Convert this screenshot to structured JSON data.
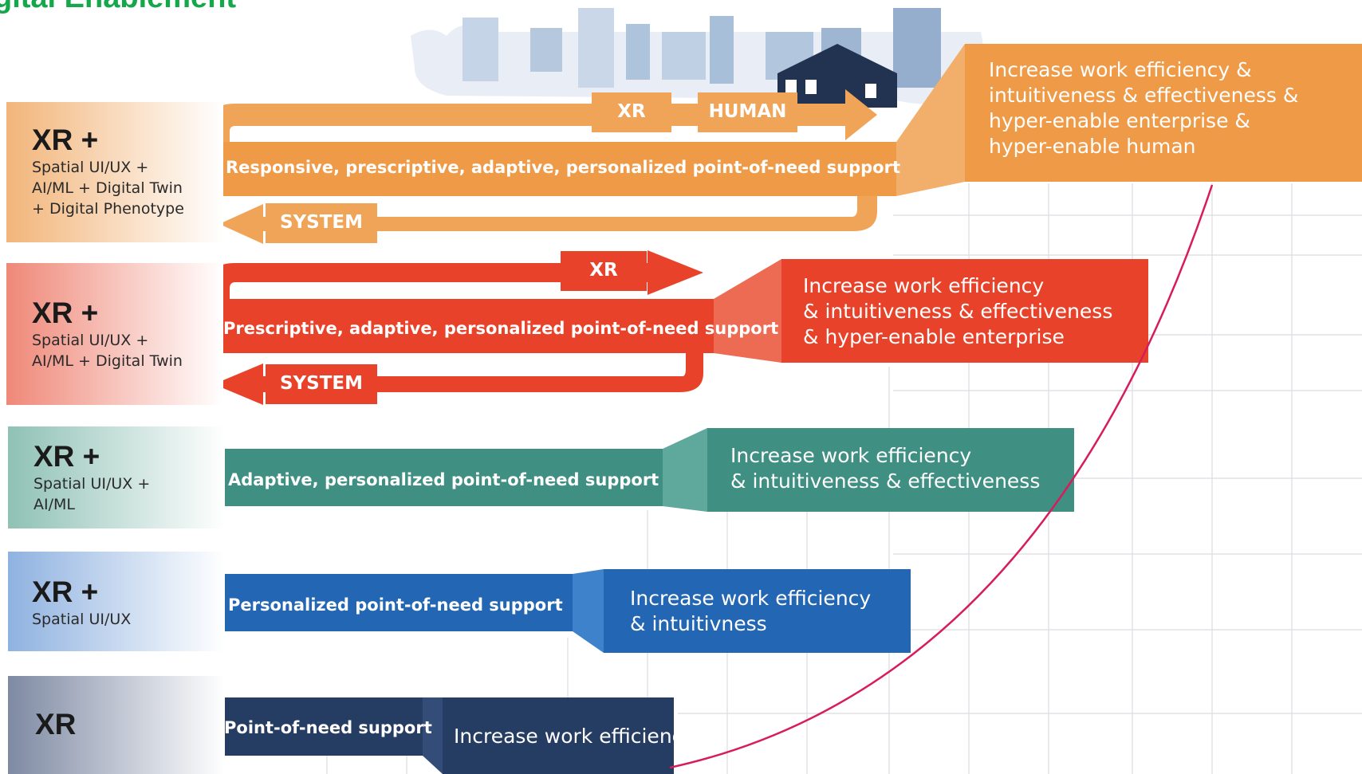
{
  "title": "gital Enablement",
  "colors": {
    "level5": "#ee9a47",
    "level4": "#e8432a",
    "level3": "#3f8f82",
    "level2": "#2266b4",
    "level1": "#253c63",
    "curve": "#d81b5a",
    "grid": "#d9d9de"
  },
  "levels": [
    {
      "label_main": "XR +",
      "label_lines": [
        "Spatial UI/UX +",
        "AI/ML + Digital Twin",
        "+ Digital Phenotype"
      ],
      "bar_text": "Responsive, prescriptive, adaptive, personalized point-of-need support",
      "outcome": "Increase work efficiency &\nintuitiveness & effectiveness &\nhyper-enable enterprise &\nhyper-enable human",
      "loop_tags": [
        "XR",
        "HUMAN",
        "SYSTEM"
      ]
    },
    {
      "label_main": "XR +",
      "label_lines": [
        "Spatial UI/UX +",
        "AI/ML + Digital Twin"
      ],
      "bar_text": "Prescriptive, adaptive, personalized point-of-need support",
      "outcome": "Increase work efficiency\n& intuitiveness & effectiveness\n& hyper-enable enterprise",
      "loop_tags": [
        "XR",
        "SYSTEM"
      ]
    },
    {
      "label_main": "XR +",
      "label_lines": [
        "Spatial UI/UX +",
        "AI/ML"
      ],
      "bar_text": "Adaptive, personalized point-of-need support",
      "outcome": "Increase work efficiency\n& intuitiveness & effectiveness"
    },
    {
      "label_main": "XR +",
      "label_lines": [
        "Spatial UI/UX"
      ],
      "bar_text": "Personalized point-of-need support",
      "outcome": "Increase work efficiency\n& intuitivness"
    },
    {
      "label_main": "XR",
      "label_lines": [],
      "bar_text": "Point-of-need support",
      "outcome": "Increase work efficiency"
    }
  ]
}
